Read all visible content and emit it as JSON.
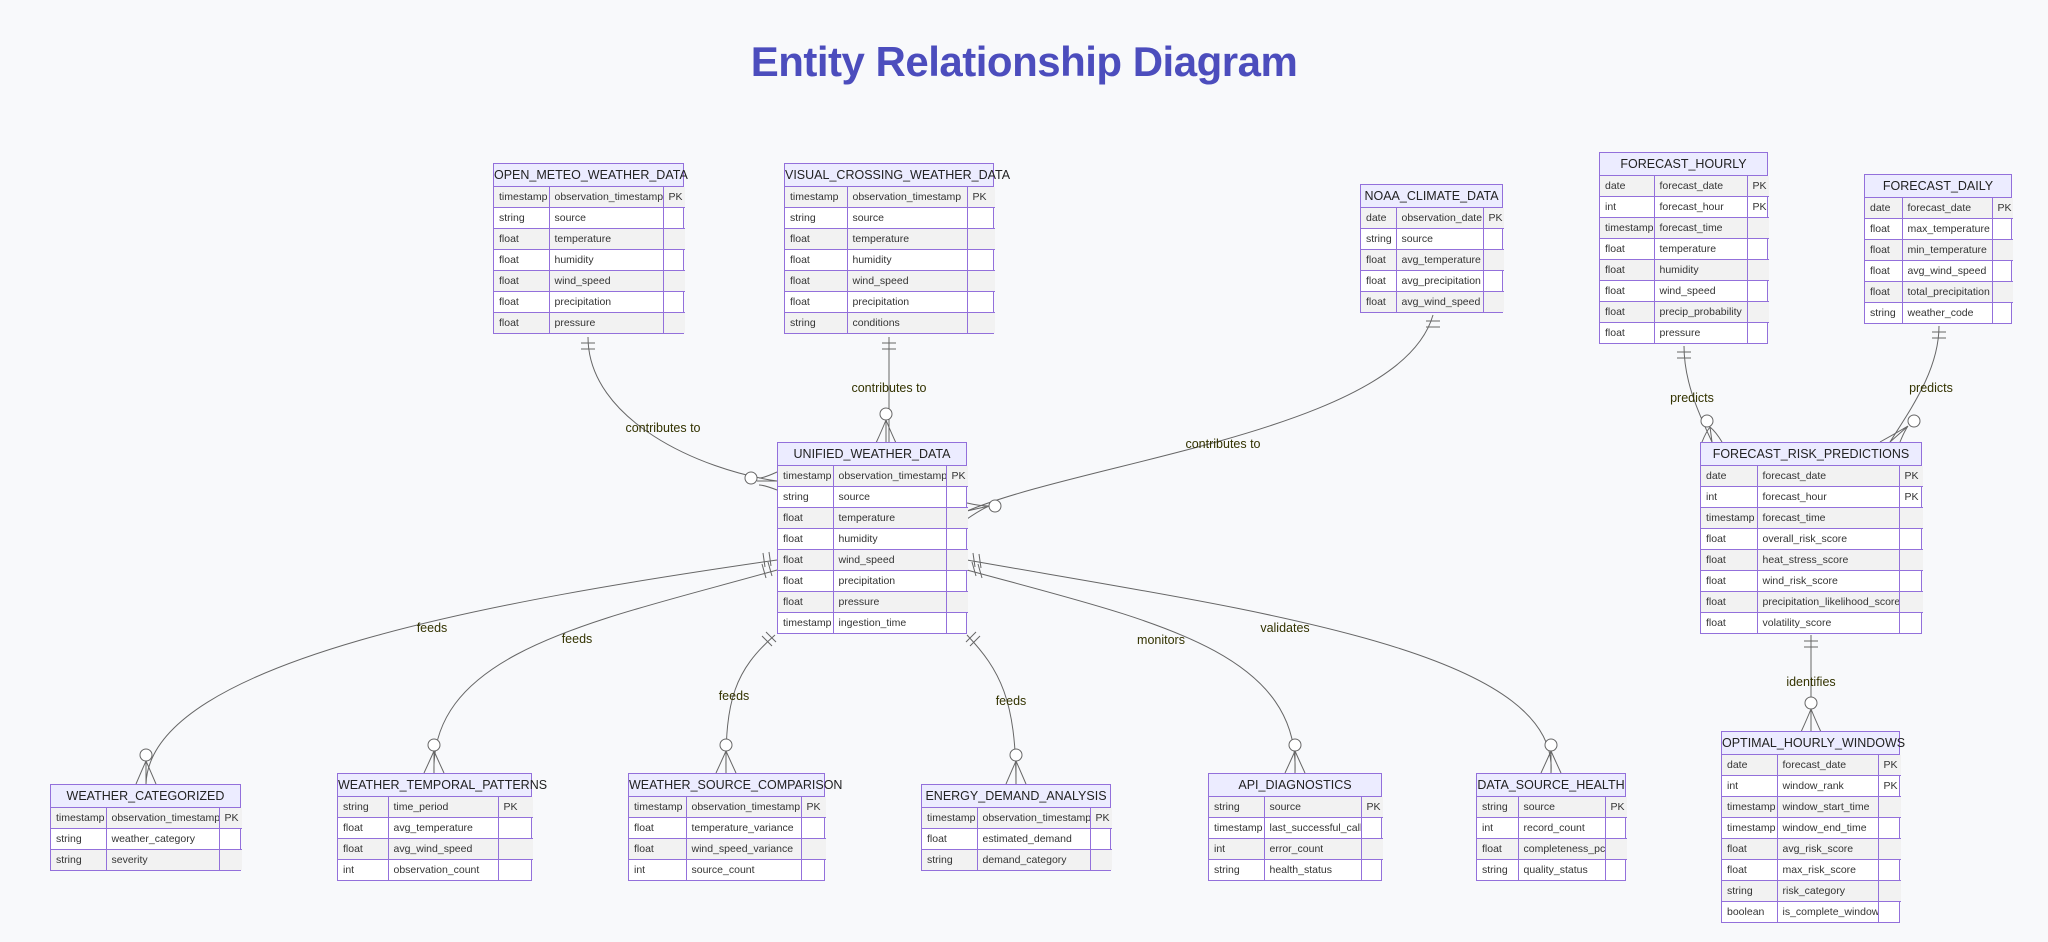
{
  "title": "Entity Relationship Diagram",
  "entities": [
    {
      "name": "OPEN_METEO_WEATHER_DATA",
      "rows": [
        [
          "timestamp",
          "observation_timestamp",
          "PK"
        ],
        [
          "string",
          "source",
          ""
        ],
        [
          "float",
          "temperature",
          ""
        ],
        [
          "float",
          "humidity",
          ""
        ],
        [
          "float",
          "wind_speed",
          ""
        ],
        [
          "float",
          "precipitation",
          ""
        ],
        [
          "float",
          "pressure",
          ""
        ]
      ]
    },
    {
      "name": "VISUAL_CROSSING_WEATHER_DATA",
      "rows": [
        [
          "timestamp",
          "observation_timestamp",
          "PK"
        ],
        [
          "string",
          "source",
          ""
        ],
        [
          "float",
          "temperature",
          ""
        ],
        [
          "float",
          "humidity",
          ""
        ],
        [
          "float",
          "wind_speed",
          ""
        ],
        [
          "float",
          "precipitation",
          ""
        ],
        [
          "string",
          "conditions",
          ""
        ]
      ]
    },
    {
      "name": "NOAA_CLIMATE_DATA",
      "rows": [
        [
          "date",
          "observation_date",
          "PK"
        ],
        [
          "string",
          "source",
          ""
        ],
        [
          "float",
          "avg_temperature",
          ""
        ],
        [
          "float",
          "avg_precipitation",
          ""
        ],
        [
          "float",
          "avg_wind_speed",
          ""
        ]
      ]
    },
    {
      "name": "FORECAST_HOURLY",
      "rows": [
        [
          "date",
          "forecast_date",
          "PK"
        ],
        [
          "int",
          "forecast_hour",
          "PK"
        ],
        [
          "timestamp",
          "forecast_time",
          ""
        ],
        [
          "float",
          "temperature",
          ""
        ],
        [
          "float",
          "humidity",
          ""
        ],
        [
          "float",
          "wind_speed",
          ""
        ],
        [
          "float",
          "precip_probability",
          ""
        ],
        [
          "float",
          "pressure",
          ""
        ]
      ]
    },
    {
      "name": "FORECAST_DAILY",
      "rows": [
        [
          "date",
          "forecast_date",
          "PK"
        ],
        [
          "float",
          "max_temperature",
          ""
        ],
        [
          "float",
          "min_temperature",
          ""
        ],
        [
          "float",
          "avg_wind_speed",
          ""
        ],
        [
          "float",
          "total_precipitation",
          ""
        ],
        [
          "string",
          "weather_code",
          ""
        ]
      ]
    },
    {
      "name": "UNIFIED_WEATHER_DATA",
      "rows": [
        [
          "timestamp",
          "observation_timestamp",
          "PK"
        ],
        [
          "string",
          "source",
          ""
        ],
        [
          "float",
          "temperature",
          ""
        ],
        [
          "float",
          "humidity",
          ""
        ],
        [
          "float",
          "wind_speed",
          ""
        ],
        [
          "float",
          "precipitation",
          ""
        ],
        [
          "float",
          "pressure",
          ""
        ],
        [
          "timestamp",
          "ingestion_time",
          ""
        ]
      ]
    },
    {
      "name": "FORECAST_RISK_PREDICTIONS",
      "rows": [
        [
          "date",
          "forecast_date",
          "PK"
        ],
        [
          "int",
          "forecast_hour",
          "PK"
        ],
        [
          "timestamp",
          "forecast_time",
          ""
        ],
        [
          "float",
          "overall_risk_score",
          ""
        ],
        [
          "float",
          "heat_stress_score",
          ""
        ],
        [
          "float",
          "wind_risk_score",
          ""
        ],
        [
          "float",
          "precipitation_likelihood_score",
          ""
        ],
        [
          "float",
          "volatility_score",
          ""
        ]
      ]
    },
    {
      "name": "WEATHER_CATEGORIZED",
      "rows": [
        [
          "timestamp",
          "observation_timestamp",
          "PK"
        ],
        [
          "string",
          "weather_category",
          ""
        ],
        [
          "string",
          "severity",
          ""
        ]
      ]
    },
    {
      "name": "WEATHER_TEMPORAL_PATTERNS",
      "rows": [
        [
          "string",
          "time_period",
          "PK"
        ],
        [
          "float",
          "avg_temperature",
          ""
        ],
        [
          "float",
          "avg_wind_speed",
          ""
        ],
        [
          "int",
          "observation_count",
          ""
        ]
      ]
    },
    {
      "name": "WEATHER_SOURCE_COMPARISON",
      "rows": [
        [
          "timestamp",
          "observation_timestamp",
          "PK"
        ],
        [
          "float",
          "temperature_variance",
          ""
        ],
        [
          "float",
          "wind_speed_variance",
          ""
        ],
        [
          "int",
          "source_count",
          ""
        ]
      ]
    },
    {
      "name": "ENERGY_DEMAND_ANALYSIS",
      "rows": [
        [
          "timestamp",
          "observation_timestamp",
          "PK"
        ],
        [
          "float",
          "estimated_demand",
          ""
        ],
        [
          "string",
          "demand_category",
          ""
        ]
      ]
    },
    {
      "name": "API_DIAGNOSTICS",
      "rows": [
        [
          "string",
          "source",
          "PK"
        ],
        [
          "timestamp",
          "last_successful_call",
          ""
        ],
        [
          "int",
          "error_count",
          ""
        ],
        [
          "string",
          "health_status",
          ""
        ]
      ]
    },
    {
      "name": "DATA_SOURCE_HEALTH",
      "rows": [
        [
          "string",
          "source",
          "PK"
        ],
        [
          "int",
          "record_count",
          ""
        ],
        [
          "float",
          "completeness_pct",
          ""
        ],
        [
          "string",
          "quality_status",
          ""
        ]
      ]
    },
    {
      "name": "OPTIMAL_HOURLY_WINDOWS",
      "rows": [
        [
          "date",
          "forecast_date",
          "PK"
        ],
        [
          "int",
          "window_rank",
          "PK"
        ],
        [
          "timestamp",
          "window_start_time",
          ""
        ],
        [
          "timestamp",
          "window_end_time",
          ""
        ],
        [
          "float",
          "avg_risk_score",
          ""
        ],
        [
          "float",
          "max_risk_score",
          ""
        ],
        [
          "string",
          "risk_category",
          ""
        ],
        [
          "boolean",
          "is_complete_window",
          ""
        ]
      ]
    }
  ],
  "relationships": [
    {
      "from": "OPEN_METEO_WEATHER_DATA",
      "to": "UNIFIED_WEATHER_DATA",
      "label": "contributes to"
    },
    {
      "from": "VISUAL_CROSSING_WEATHER_DATA",
      "to": "UNIFIED_WEATHER_DATA",
      "label": "contributes to"
    },
    {
      "from": "NOAA_CLIMATE_DATA",
      "to": "UNIFIED_WEATHER_DATA",
      "label": "contributes to"
    },
    {
      "from": "FORECAST_HOURLY",
      "to": "FORECAST_RISK_PREDICTIONS",
      "label": "predicts"
    },
    {
      "from": "FORECAST_DAILY",
      "to": "FORECAST_RISK_PREDICTIONS",
      "label": "predicts"
    },
    {
      "from": "UNIFIED_WEATHER_DATA",
      "to": "WEATHER_CATEGORIZED",
      "label": "feeds"
    },
    {
      "from": "UNIFIED_WEATHER_DATA",
      "to": "WEATHER_TEMPORAL_PATTERNS",
      "label": "feeds"
    },
    {
      "from": "UNIFIED_WEATHER_DATA",
      "to": "WEATHER_SOURCE_COMPARISON",
      "label": "feeds"
    },
    {
      "from": "UNIFIED_WEATHER_DATA",
      "to": "ENERGY_DEMAND_ANALYSIS",
      "label": "feeds"
    },
    {
      "from": "UNIFIED_WEATHER_DATA",
      "to": "API_DIAGNOSTICS",
      "label": "monitors"
    },
    {
      "from": "UNIFIED_WEATHER_DATA",
      "to": "DATA_SOURCE_HEALTH",
      "label": "validates"
    },
    {
      "from": "FORECAST_RISK_PREDICTIONS",
      "to": "OPTIMAL_HOURLY_WINDOWS",
      "label": "identifies"
    }
  ],
  "colors": {
    "title": "#4c4dbd",
    "entity_border": "#9370db",
    "entity_header": "#ececff",
    "row_alt": "#f2f2f2",
    "line": "#666666",
    "label": "#333300"
  }
}
